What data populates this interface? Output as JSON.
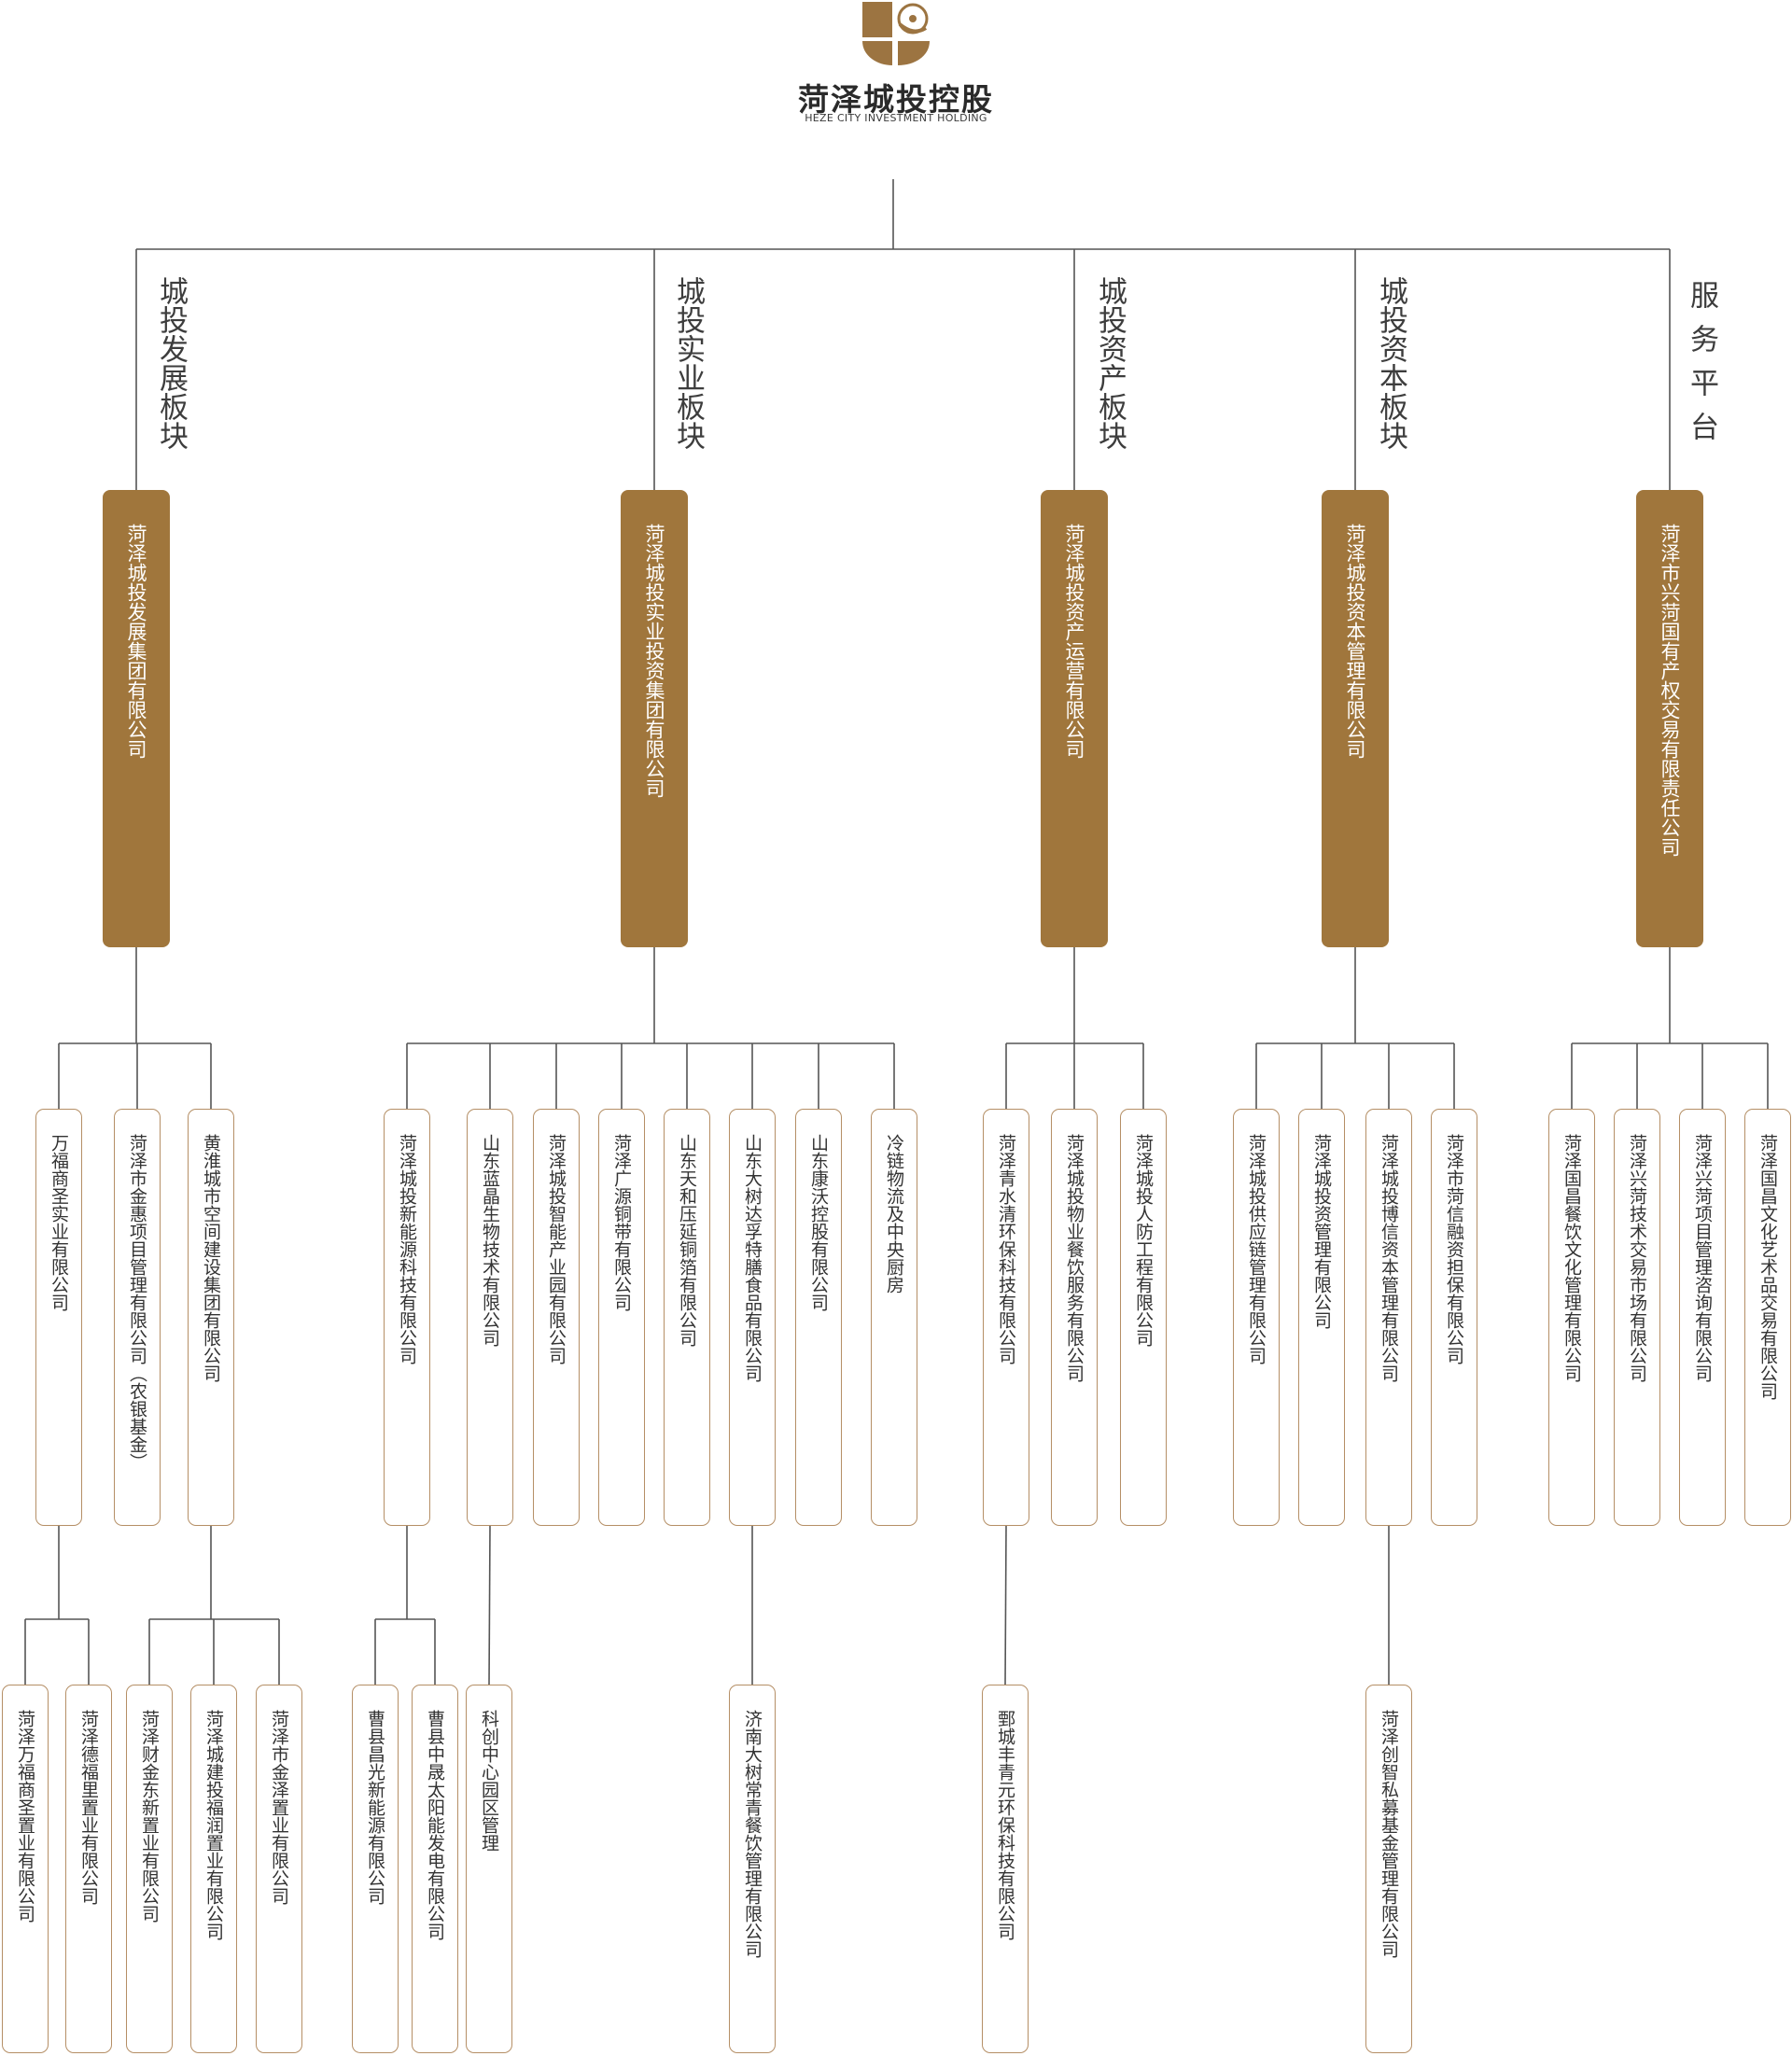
{
  "logo": {
    "name_cn": "菏泽城投控股",
    "name_en": "HEZE CITY INVESTMENT HOLDING",
    "colors": {
      "brown": "#9c7441",
      "dark": "#2a2a2a"
    }
  },
  "colors": {
    "main_box": "#a0763c",
    "sub_border": "#b58f66",
    "line": "#555555"
  },
  "sections": [
    {
      "label": "城投发展板块",
      "main": "菏泽城投发展集团有限公司",
      "subs": [
        {
          "name": "万福商圣实业有限公司",
          "children": [
            {
              "name": "菏泽万福商圣置业有限公司"
            },
            {
              "name": "菏泽德福里置业有限公司"
            }
          ]
        },
        {
          "name": "菏泽市金惠项目管理有限公司（农银基金）",
          "children": []
        },
        {
          "name": "黄淮城市空间建设集团有限公司",
          "children": [
            {
              "name": "菏泽财金东新置业有限公司"
            },
            {
              "name": "菏泽城建投福润置业有限公司"
            },
            {
              "name": "菏泽市金泽置业有限公司"
            }
          ]
        }
      ]
    },
    {
      "label": "城投实业板块",
      "main": "菏泽城投实业投资集团有限公司",
      "subs": [
        {
          "name": "菏泽城投新能源科技有限公司",
          "children": [
            {
              "name": "曹县昌光新能源有限公司"
            },
            {
              "name": "曹县中晟太阳能发电有限公司"
            }
          ]
        },
        {
          "name": "山东蓝晶生物技术有限公司",
          "children": [
            {
              "name": "科创中心园区管理"
            }
          ]
        },
        {
          "name": "菏泽城投智能产业园有限公司",
          "children": []
        },
        {
          "name": "菏泽广源铜带有限公司",
          "children": []
        },
        {
          "name": "山东天和压延铜箔有限公司",
          "children": []
        },
        {
          "name": "山东大树达孚特膳食品有限公司",
          "children": [
            {
              "name": "济南大树常青餐饮管理有限公司"
            }
          ]
        },
        {
          "name": "山东康沃控股有限公司",
          "children": []
        },
        {
          "name": "冷链物流及中央厨房",
          "children": []
        }
      ]
    },
    {
      "label": "城投资产板块",
      "main": "菏泽城投资产运营有限公司",
      "subs": [
        {
          "name": "菏泽青水清环保科技有限公司",
          "children": [
            {
              "name": "鄄城丰青元环保科技有限公司"
            }
          ]
        },
        {
          "name": "菏泽城投物业餐饮服务有限公司",
          "children": []
        },
        {
          "name": "菏泽城投人防工程有限公司",
          "children": []
        }
      ]
    },
    {
      "label": "城投资本板块",
      "main": "菏泽城投资本管理有限公司",
      "subs": [
        {
          "name": "菏泽城投供应链管理有限公司",
          "children": []
        },
        {
          "name": "菏泽城投资管理有限公司",
          "children": []
        },
        {
          "name": "菏泽城投博信资本管理有限公司",
          "children": [
            {
              "name": "菏泽创智私募基金管理有限公司"
            }
          ]
        },
        {
          "name": "菏泽市菏信融资担保有限公司",
          "children": []
        }
      ]
    },
    {
      "label": "服务平台",
      "main": "菏泽市兴菏国有产权交易有限责任公司",
      "subs": [
        {
          "name": "菏泽国昌餐饮文化管理有限公司",
          "children": []
        },
        {
          "name": "菏泽兴菏技术交易市场有限公司",
          "children": []
        },
        {
          "name": "菏泽兴菏项目管理咨询有限公司",
          "children": []
        },
        {
          "name": "菏泽国昌文化艺术品交易有限公司",
          "children": []
        }
      ]
    }
  ]
}
